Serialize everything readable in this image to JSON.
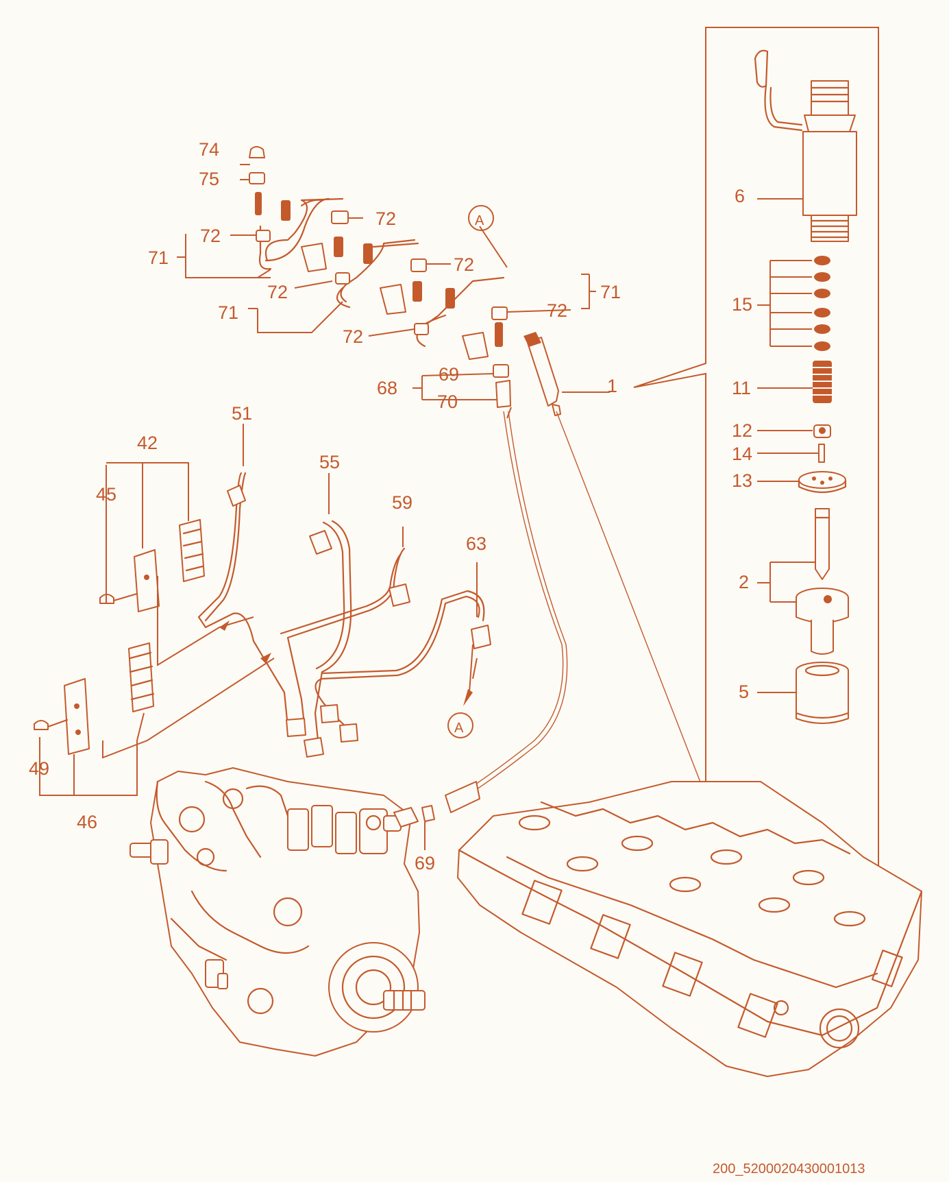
{
  "labels": {
    "l1": "1",
    "l2": "2",
    "l5": "5",
    "l6": "6",
    "l11": "11",
    "l12": "12",
    "l13": "13",
    "l14": "14",
    "l15": "15",
    "l42": "42",
    "l45": "45",
    "l46": "46",
    "l49": "49",
    "l51": "51",
    "l55": "55",
    "l59": "59",
    "l63": "63",
    "l68": "68",
    "l69a": "69",
    "l69b": "69",
    "l70": "70",
    "l71a": "71",
    "l71b": "71",
    "l71c": "71",
    "l72a": "72",
    "l72b": "72",
    "l72c": "72",
    "l72d": "72",
    "l72e": "72",
    "l72f": "72",
    "l74": "74",
    "l75": "75"
  },
  "callouts": {
    "a_top": "A",
    "a_bottom": "A"
  },
  "footer": {
    "code": "200_5200020430001013"
  },
  "colors": {
    "ink": "#c45a2c",
    "background": "#fdfbf6"
  }
}
